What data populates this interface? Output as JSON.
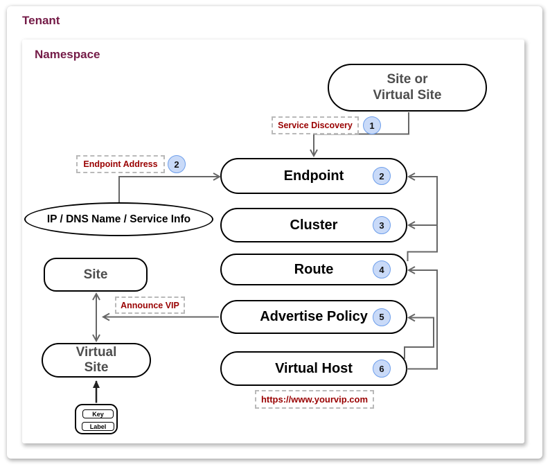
{
  "containers": {
    "tenant": {
      "label": "Tenant"
    },
    "namespace": {
      "label": "Namespace"
    }
  },
  "nodes": {
    "site_or_virtual_site": {
      "line1": "Site or",
      "line2": "Virtual Site"
    },
    "endpoint": {
      "label": "Endpoint",
      "badge": "2"
    },
    "cluster": {
      "label": "Cluster",
      "badge": "3"
    },
    "route": {
      "label": "Route",
      "badge": "4"
    },
    "advertise_policy": {
      "label": "Advertise Policy",
      "badge": "5"
    },
    "virtual_host": {
      "label": "Virtual Host",
      "badge": "6"
    },
    "ip_dns_service": {
      "label": "IP / DNS Name / Service Info"
    },
    "site": {
      "label": "Site"
    },
    "virtual_site": {
      "line1": "Virtual",
      "line2": "Site"
    }
  },
  "annotations": {
    "service_discovery": {
      "text": "Service Discovery",
      "badge": "1"
    },
    "endpoint_address": {
      "text": "Endpoint Address",
      "badge": "2"
    },
    "announce_vip": {
      "text": "Announce VIP"
    },
    "vip_url": {
      "text": "https://www.yourvip.com"
    }
  },
  "legend": {
    "key": "Key",
    "label": "Label"
  },
  "colors": {
    "heading": "#741b47",
    "annotation_red": "#990000",
    "badge_fill": "#c9daf8",
    "badge_border": "#6d9eeb",
    "connector": "#666666",
    "node_border": "#000000",
    "node_text_gray": "#4d4d4d"
  }
}
